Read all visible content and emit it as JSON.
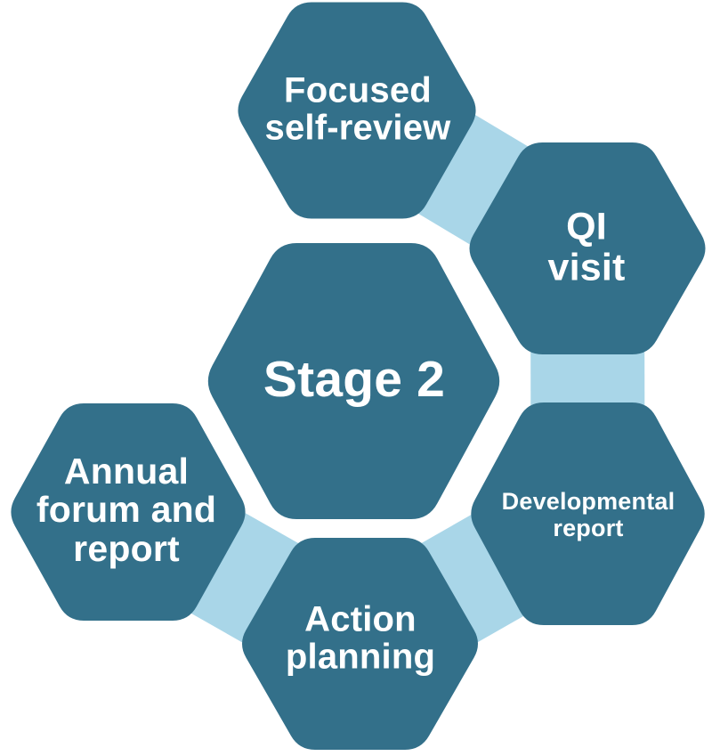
{
  "diagram": {
    "type": "hexagon-process-diagram",
    "center_node": {
      "id": "stage-2",
      "label": "Stage 2"
    },
    "nodes": [
      {
        "id": "focused-self-review",
        "label": "Focused\nself-review"
      },
      {
        "id": "qi-visit",
        "label": "QI visit"
      },
      {
        "id": "developmental-report",
        "label": "Developmental\nreport"
      },
      {
        "id": "action-planning",
        "label": "Action\nplanning"
      },
      {
        "id": "annual-forum-and-report",
        "label": "Annual\nforum and\nreport"
      }
    ],
    "edges": [
      {
        "from": "focused-self-review",
        "to": "qi-visit"
      },
      {
        "from": "qi-visit",
        "to": "developmental-report"
      },
      {
        "from": "developmental-report",
        "to": "action-planning"
      },
      {
        "from": "action-planning",
        "to": "annual-forum-and-report"
      }
    ],
    "colors": {
      "hexagon": "#33708A",
      "connector": "#A9D6E8",
      "label": "#FFFFFF",
      "background": "#FFFFFF"
    }
  }
}
